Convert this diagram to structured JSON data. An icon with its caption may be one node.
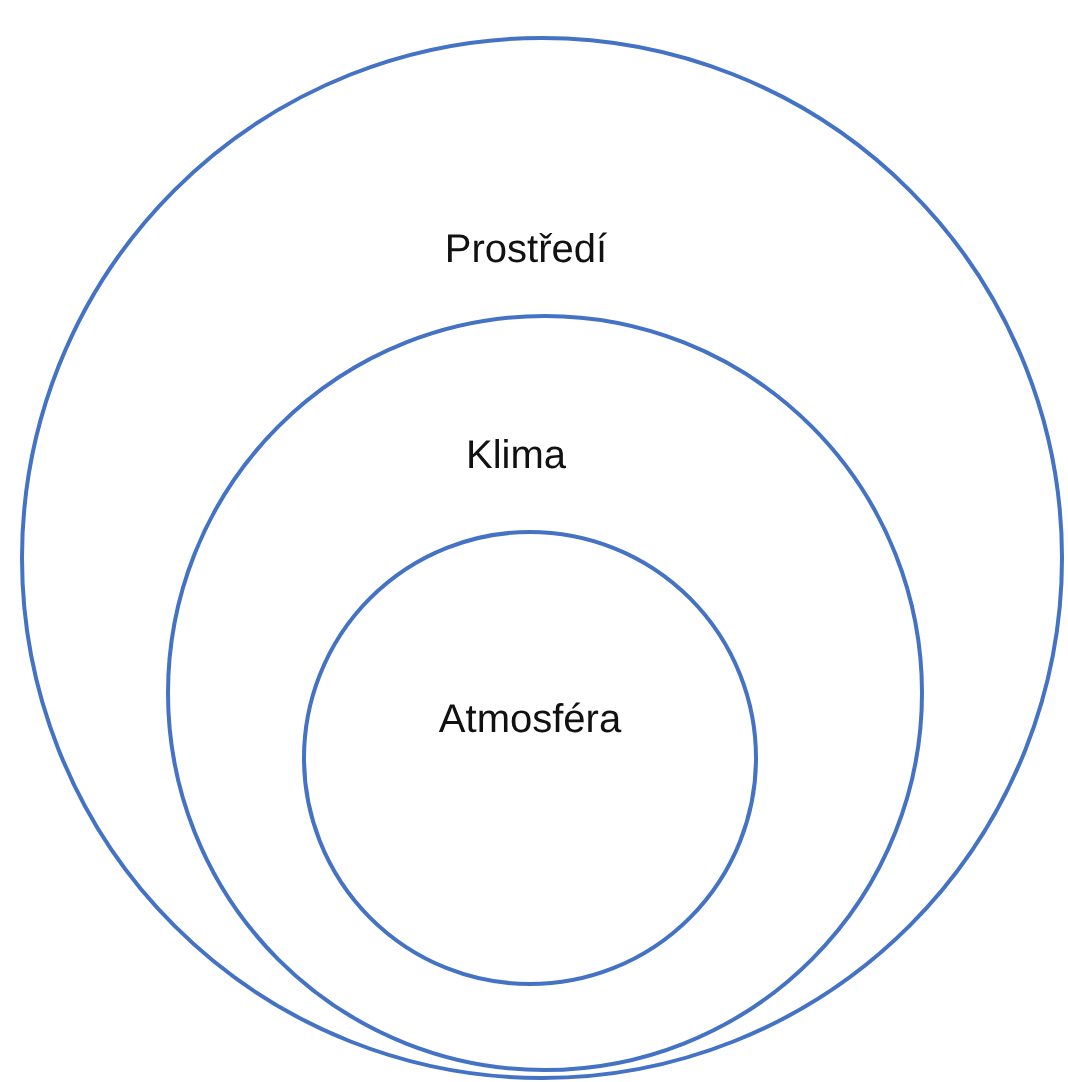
{
  "diagram": {
    "nodes": [
      {
        "text": [
          "Prostředí"
        ]
      },
      {
        "text": [
          "Klima"
        ],
        "in": 0
      },
      {
        "text": [
          "Atmosféra"
        ],
        "in": 1
      }
    ]
  }
}
